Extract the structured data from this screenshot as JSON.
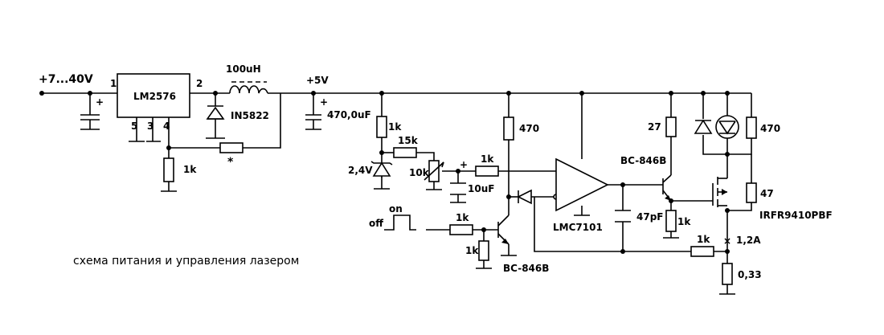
{
  "caption": "схема питания и управления лазером",
  "input": {
    "voltage": "+7...40V",
    "pin1": "1"
  },
  "regulator": {
    "name": "LM2576",
    "pin2": "2",
    "pin3": "3",
    "pin4": "4",
    "pin5": "5"
  },
  "inductor": {
    "value": "100uH"
  },
  "schottky": {
    "name": "IN5822"
  },
  "rail": {
    "label": "+5V"
  },
  "output_cap": {
    "value": "470,0uF",
    "polarity": "+"
  },
  "input_cap": {
    "polarity": "+"
  },
  "feedback": {
    "resistor_bottom": "1k",
    "resistor_marker": "*"
  },
  "reference": {
    "r_top": "1k",
    "zener": "2,4V",
    "r_series": "15k",
    "pot": "10k",
    "cap": "10uF",
    "cap_polarity": "+",
    "r_in": "1k"
  },
  "control": {
    "pulse_off": "off",
    "pulse_on": "on",
    "r_base": "1k",
    "r_pulldown": "1k",
    "r_collector": "470",
    "transistor": "BC-846B"
  },
  "opamp": {
    "name": "LMC7101",
    "comp_cap": "47pF"
  },
  "driver": {
    "r_collector": "27",
    "transistor": "BC-846B",
    "r_emitter": "1k"
  },
  "laser_stage": {
    "r_led": "470",
    "r_gate": "47",
    "mosfet": "IRFR9410PBF",
    "current": "1,2A",
    "current_marker": "×",
    "r_feedback": "1k",
    "r_sense": "0,33"
  }
}
